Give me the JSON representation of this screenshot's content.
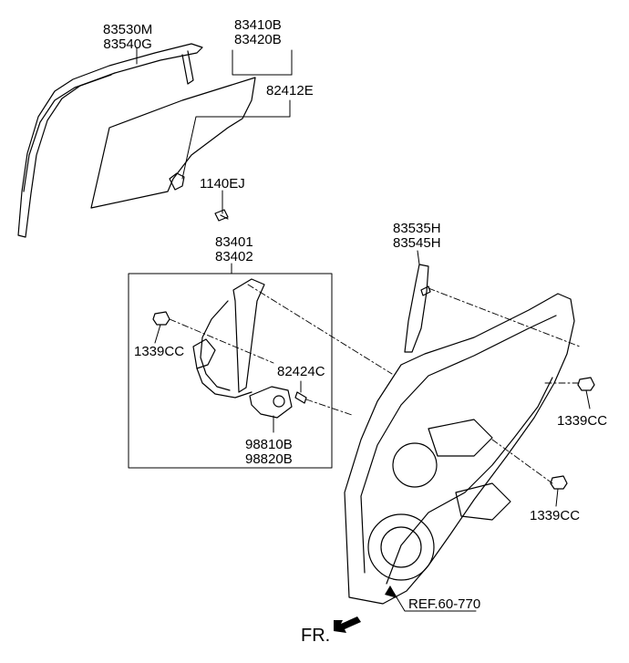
{
  "parts": {
    "weatherstrip": [
      "83530M",
      "83540G"
    ],
    "glass": [
      "83410B",
      "83420B"
    ],
    "glass_clip": "82412E",
    "bolt": "1140EJ",
    "regulator": [
      "83401",
      "83402"
    ],
    "nut_left": "1339CC",
    "screw": "82424C",
    "motor": [
      "98810B",
      "98820B"
    ],
    "channel": [
      "83535H",
      "83545H"
    ],
    "nut_right_upper": "1339CC",
    "nut_right_lower": "1339CC"
  },
  "reference": "REF.60-770",
  "front_indicator": "FR."
}
